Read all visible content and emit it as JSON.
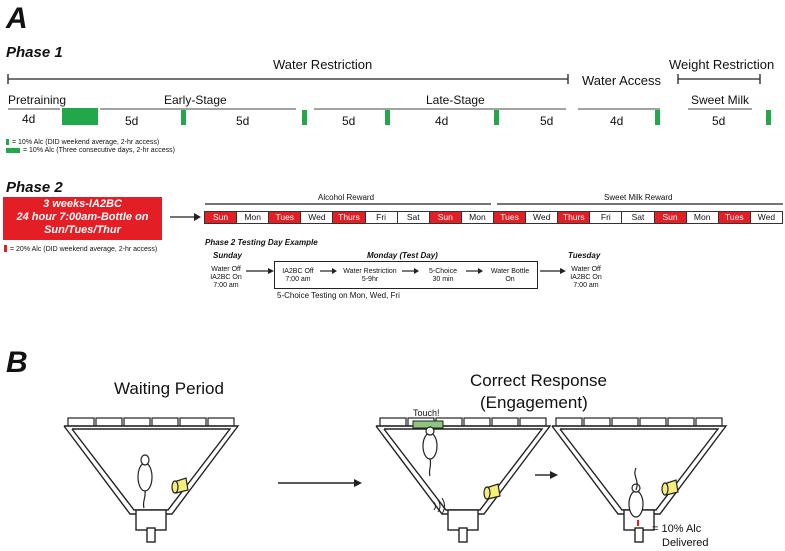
{
  "panelA": "A",
  "panelB": "B",
  "phase1": {
    "title": "Phase 1",
    "water_restriction": "Water Restriction",
    "water_access": "Water Access",
    "weight_restriction": "Weight Restriction",
    "pretraining": "Pretraining",
    "early_stage": "Early-Stage",
    "late_stage": "Late-Stage",
    "sweet_milk": "Sweet Milk",
    "d_4d_a": "4d",
    "d_5d_a": "5d",
    "d_5d_b": "5d",
    "d_5d_c": "5d",
    "d_4d_b": "4d",
    "d_5d_d": "5d",
    "d_4d_c": "4d",
    "d_5d_e": "5d",
    "legend1": "= 10% Alc (DID weekend average, 2-hr access)",
    "legend2": "= 10% Alc (Three consecutive days, 2-hr access)",
    "green": "#22a84a"
  },
  "phase2": {
    "title": "Phase 2",
    "box_line1": "3 weeks-IA2BC",
    "box_line2": "24 hour 7:00am-Bottle on",
    "box_line3": "Sun/Tues/Thur",
    "legend": "= 20% Alc (DID weekend average, 2-hr access)",
    "alcohol_reward": "Alcohol Reward",
    "sweet_milk_reward": "Sweet Milk Reward",
    "days": [
      {
        "label": "Sun",
        "red": true
      },
      {
        "label": "Mon",
        "red": false
      },
      {
        "label": "Tues",
        "red": true
      },
      {
        "label": "Wed",
        "red": false
      },
      {
        "label": "Thurs",
        "red": true
      },
      {
        "label": "Fri",
        "red": false
      },
      {
        "label": "Sat",
        "red": false
      },
      {
        "label": "Sun",
        "red": true
      },
      {
        "label": "Mon",
        "red": false
      },
      {
        "label": "Tues",
        "red": true
      },
      {
        "label": "Wed",
        "red": false
      },
      {
        "label": "Thurs",
        "red": true
      },
      {
        "label": "Fri",
        "red": false
      },
      {
        "label": "Sat",
        "red": false
      },
      {
        "label": "Sun",
        "red": true
      },
      {
        "label": "Mon",
        "red": false
      },
      {
        "label": "Tues",
        "red": true
      },
      {
        "label": "Wed",
        "red": false
      }
    ],
    "example_title": "Phase 2 Testing Day Example",
    "sunday": "Sunday",
    "monday": "Monday (Test Day)",
    "tuesday": "Tuesday",
    "sun_text": "Water Off\nIA2BC On\n7:00 am",
    "step1": "IA2BC Off\n7:00 am",
    "step2": "Water Restriction\n5-9hr",
    "step3": "5-Choice\n30 min",
    "step4": "Water Bottle\nOn",
    "tue_text": "Water Off\nIA2BC On\n7:00 am",
    "testing_note": "5-Choice Testing on Mon, Wed, Fri",
    "red": "#e31e24"
  },
  "panelB_text": {
    "waiting": "Waiting Period",
    "correct1": "Correct Response",
    "correct2": "(Engagement)",
    "touch": "Touch!",
    "delivered1": "= 10% Alc",
    "delivered2": "Delivered"
  }
}
